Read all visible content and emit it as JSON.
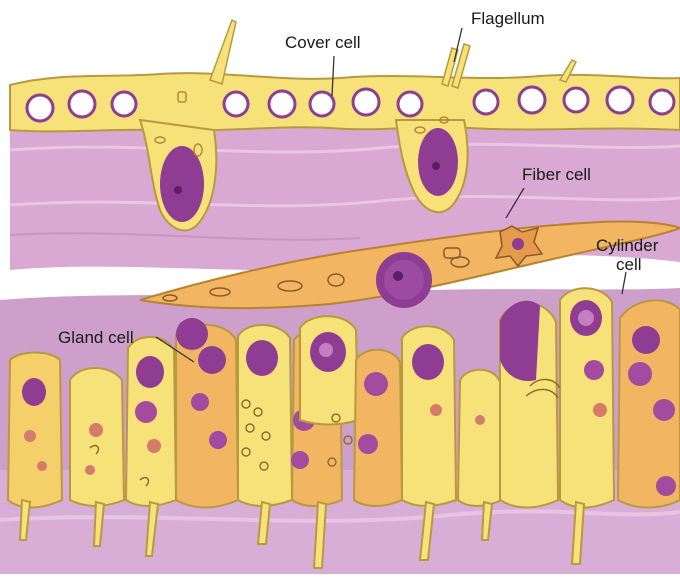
{
  "diagram": {
    "labels": {
      "cover_cell": "Cover cell",
      "flagellum": "Flagellum",
      "fiber_cell": "Fiber cell",
      "cylinder_cell_line1": "Cylinder",
      "cylinder_cell_line2": "cell",
      "gland_cell": "Gland cell"
    },
    "colors": {
      "background": "#ffffff",
      "matrix_purple": "#d7a7d0",
      "matrix_purple_dark": "#c48dc0",
      "cell_yellow": "#f7e27a",
      "cell_orange": "#f2b663",
      "nucleus_purple": "#8e3d93",
      "nucleus_light": "#c57fbf",
      "outline": "#b38a3a",
      "leader_line": "#333333"
    }
  }
}
